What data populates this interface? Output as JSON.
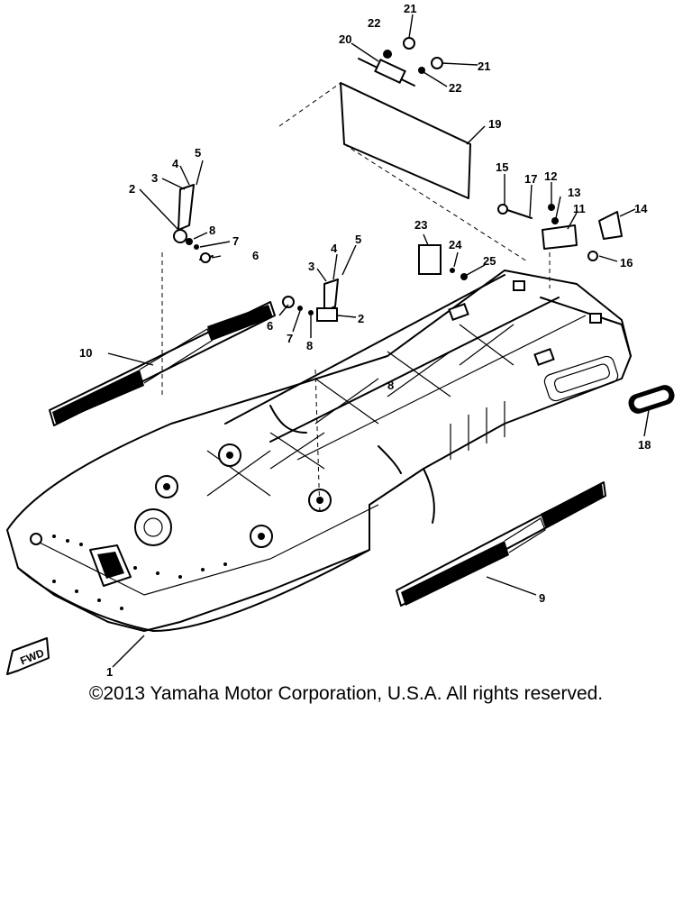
{
  "diagram": {
    "fwd_label": "FWD",
    "callouts": [
      "1",
      "2",
      "3",
      "4",
      "5",
      "6",
      "7",
      "8",
      "9",
      "10",
      "11",
      "12",
      "13",
      "14",
      "15",
      "16",
      "17",
      "18",
      "19",
      "20",
      "21",
      "22",
      "23",
      "24",
      "25"
    ]
  },
  "copyright": "©2013 Yamaha Motor Corporation, U.S.A. All rights reserved."
}
